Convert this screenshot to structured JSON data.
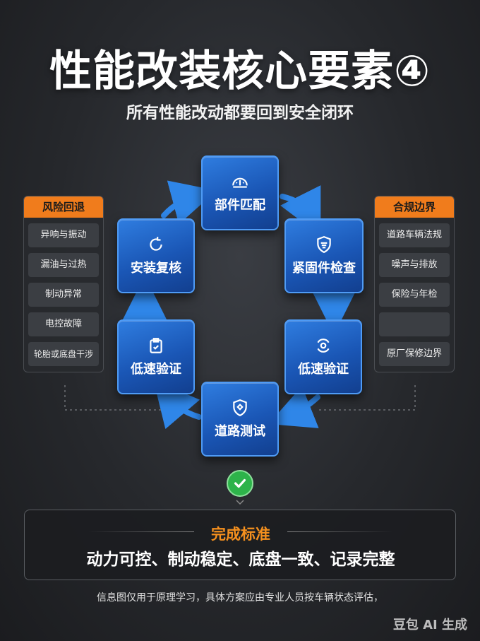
{
  "title": "性能改装核心要素④",
  "subtitle": "所有性能改动都要回到安全闭环",
  "left_panel": {
    "header": "风险回退",
    "items": [
      "异响与振动",
      "漏油与过热",
      "制动异常",
      "电控故障",
      "轮胎或底盘干涉"
    ]
  },
  "right_panel": {
    "header": "合规边界",
    "items": [
      "道路车辆法规",
      "噪声与排放",
      "保险与年检",
      "",
      "原厂保修边界"
    ]
  },
  "cycle": {
    "top": "部件匹配",
    "right_upper": "紧固件检查",
    "right_lower": "低速验证",
    "bottom": "道路测试",
    "left_lower": "低速验证",
    "left_upper": "安装复核"
  },
  "icons": {
    "top": "gauge-icon",
    "right_upper": "shield-icon",
    "right_lower": "sensor-icon",
    "bottom": "road-shield-icon",
    "left_lower": "clipboard-icon",
    "left_upper": "refresh-icon"
  },
  "completion": {
    "title": "完成标准",
    "text": "动力可控、制动稳定、底盘一致、记录完整"
  },
  "disclaimer": "信息图仅用于原理学习，具体方案应由专业人员按车辆状态评估，",
  "watermark": "豆包 AI 生成",
  "colors": {
    "accent_orange": "#f07c1c",
    "node_blue": "#1a56b5",
    "arrow_blue": "#2f86e8",
    "check_green": "#2db34a"
  }
}
